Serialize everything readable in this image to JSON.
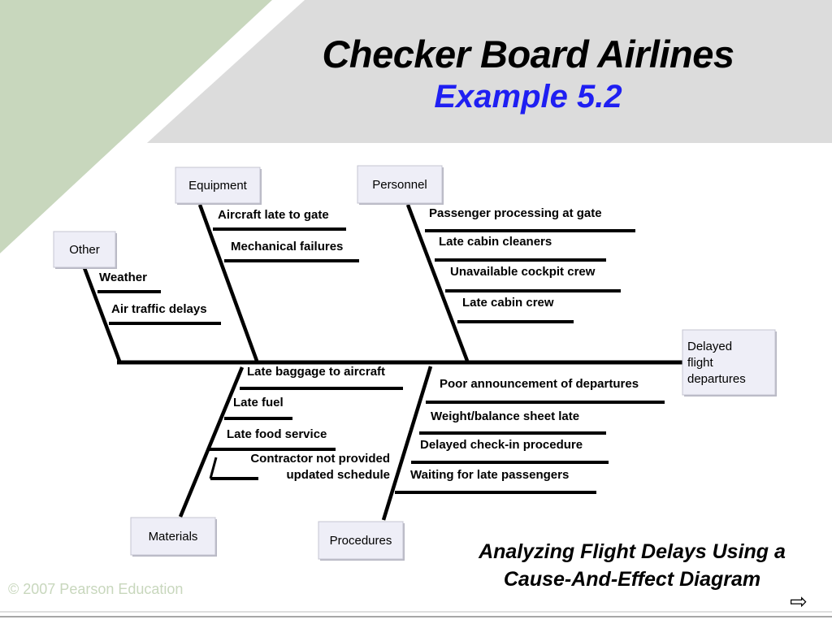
{
  "slide": {
    "title": "Checker Board Airlines",
    "subtitle": "Example 5.2",
    "caption_line1": "Analyzing Flight Delays Using a",
    "caption_line2": "Cause-And-Effect Diagram",
    "copyright": "© 2007 Pearson Education",
    "next_icon": "right-arrow-icon"
  },
  "colors": {
    "title": "#000000",
    "subtitle": "#1f1ff2",
    "header_band": "#dcdcdc",
    "corner_green": "#c8d7bd",
    "box_fill": "#eeeef7",
    "line": "#000000"
  },
  "diagram": {
    "effect": [
      "Delayed",
      "flight",
      "departures"
    ],
    "categories": [
      {
        "key": "other",
        "label": "Other",
        "causes": [
          "Weather",
          "Air traffic delays"
        ]
      },
      {
        "key": "equipment",
        "label": "Equipment",
        "causes": [
          "Aircraft late to gate",
          "Mechanical failures"
        ]
      },
      {
        "key": "personnel",
        "label": "Personnel",
        "causes": [
          "Passenger processing at gate",
          "Late cabin cleaners",
          "Unavailable cockpit crew",
          "Late cabin crew"
        ]
      },
      {
        "key": "materials",
        "label": "Materials",
        "causes": [
          "Late baggage to aircraft",
          "Late fuel",
          "Late food service",
          [
            "Contractor not provided",
            "updated schedule"
          ]
        ]
      },
      {
        "key": "procedures",
        "label": "Procedures",
        "causes": [
          "Poor announcement of departures",
          "Weight/balance sheet late",
          "Delayed check-in procedure",
          "Waiting for late passengers"
        ]
      }
    ]
  }
}
